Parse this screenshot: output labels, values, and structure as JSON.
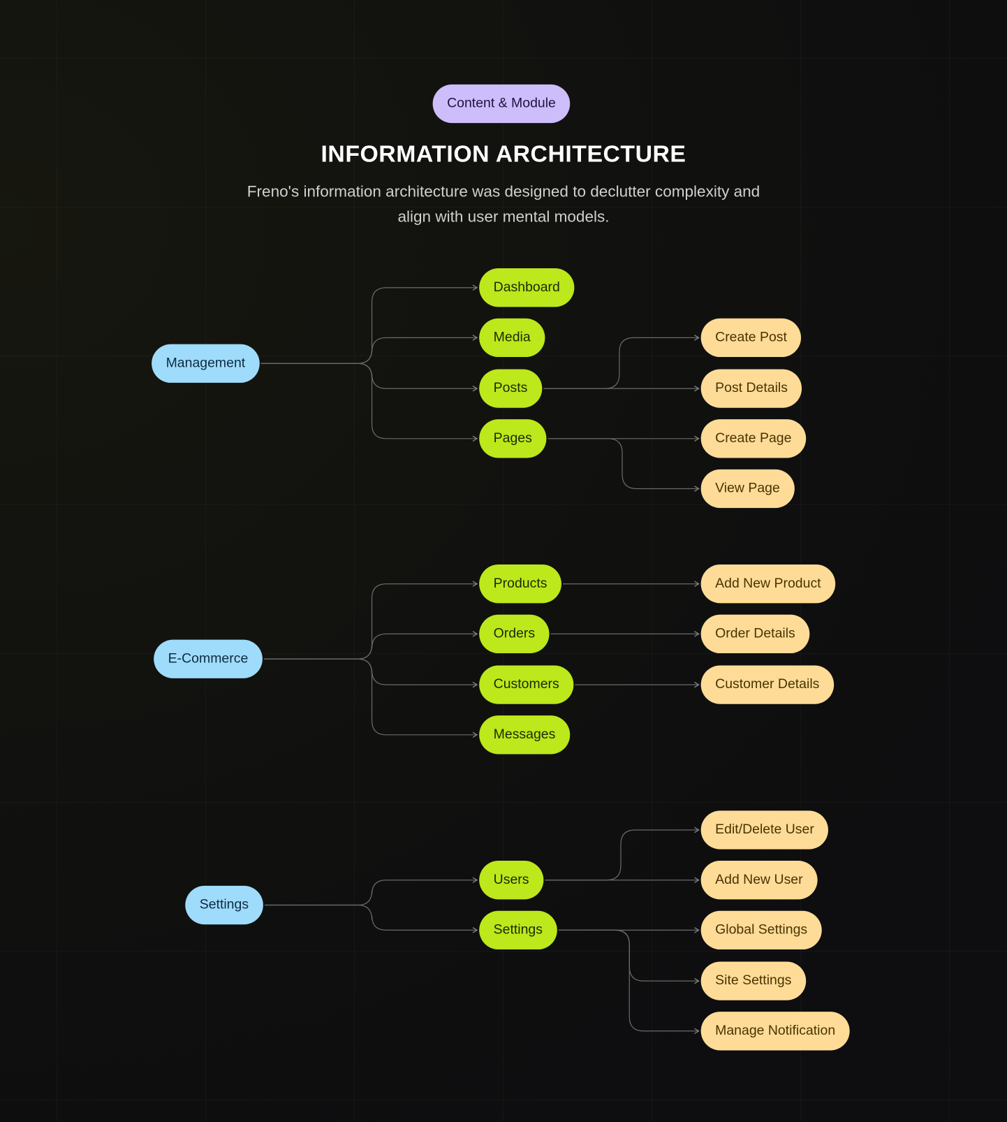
{
  "header": {
    "badge": "Content & Module",
    "title": "INFORMATION ARCHITECTURE",
    "subtitle_line1": "Freno's information architecture was designed to declutter complexity and",
    "subtitle_line2": "align with user mental models."
  },
  "groups": {
    "management": {
      "label": "Management",
      "children": {
        "dashboard": "Dashboard",
        "media": "Media",
        "posts": "Posts",
        "pages": "Pages"
      },
      "leaves": {
        "create_post": "Create Post",
        "post_details": "Post Details",
        "create_page": "Create Page",
        "view_page": "View Page"
      }
    },
    "ecommerce": {
      "label": "E-Commerce",
      "children": {
        "products": "Products",
        "orders": "Orders",
        "customers": "Customers",
        "messages": "Messages"
      },
      "leaves": {
        "add_new_product": "Add New Product",
        "order_details": "Order Details",
        "customer_details": "Customer Details"
      }
    },
    "settings": {
      "label": "Settings",
      "children": {
        "users": "Users",
        "settings": "Settings"
      },
      "leaves": {
        "edit_delete_user": "Edit/Delete User",
        "add_new_user": "Add New User",
        "global_settings": "Global Settings",
        "site_settings": "Site Settings",
        "manage_notification": "Manage Notification"
      }
    }
  },
  "colors": {
    "section": "#9fdcfb",
    "module": "#bce81c",
    "page": "#fedc98",
    "badge": "#cdbdfb",
    "connector": "#6a6a6a"
  }
}
